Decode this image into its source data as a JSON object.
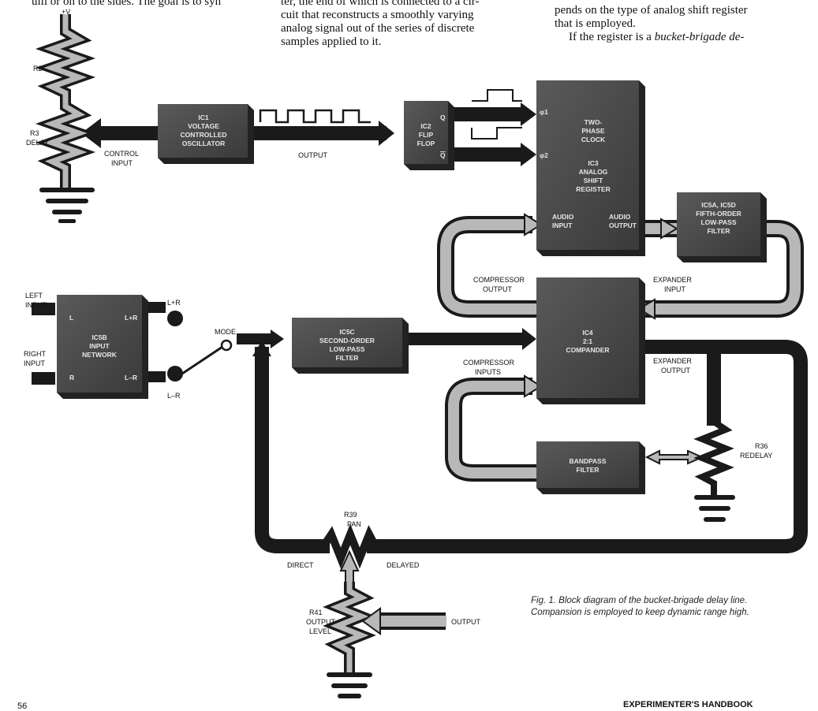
{
  "page_text": {
    "col1_line": "ulli or on to the sides. The goal is to syn",
    "col2_lines": [
      "ter, the end of which is connected to a cir-",
      "cuit that reconstructs a smoothly varying",
      "analog signal out of the series of discrete",
      "samples applied to it."
    ],
    "col3_lines": [
      "pends on the type of analog shift register",
      "that is employed."
    ],
    "col3_line_start": "If the register is a ",
    "col3_line_italic": "bucket-brigade de-",
    "page_number": "56",
    "footer_title": "EXPERIMENTER'S HANDBOOK"
  },
  "caption": "Fig. 1. Block diagram of the bucket-brigade delay line. Compansion is employed to keep dynamic range high.",
  "components": {
    "plus_v": "+V",
    "r2": "R2",
    "r3": [
      "R3",
      "DELAY"
    ],
    "control_input": [
      "CONTROL",
      "INPUT"
    ],
    "output_label": "OUTPUT",
    "ic1": [
      "IC1",
      "VOLTAGE",
      "CONTROLLED",
      "OSCILLATOR"
    ],
    "ic2": [
      "IC2",
      "FLIP",
      "FLOP"
    ],
    "q": "Q",
    "q_bar": "Q",
    "ic3": [
      "TWO-",
      "PHASE",
      "CLOCK",
      "IC3",
      "ANALOG",
      "SHIFT",
      "REGISTER"
    ],
    "phi1": "φ1",
    "phi2": "φ2",
    "audio_input": [
      "AUDIO",
      "INPUT"
    ],
    "audio_output": [
      "AUDIO",
      "OUTPUT"
    ],
    "ic5a": [
      "IC5A, IC5D",
      "FIFTH-ORDER",
      "LOW-PASS",
      "FILTER"
    ],
    "compressor_output": [
      "COMPRESSOR",
      "OUTPUT"
    ],
    "expander_input": [
      "EXPANDER",
      "INPUT"
    ],
    "ic4": [
      "IC4",
      "2:1",
      "COMPANDER"
    ],
    "compressor_inputs": [
      "COMPRESSOR",
      "INPUTS"
    ],
    "expander_output": [
      "EXPANDER",
      "OUTPUT"
    ],
    "ic5c": [
      "IC5C",
      "SECOND-ORDER",
      "LOW-PASS",
      "FILTER"
    ],
    "ic5b": [
      "IC5B",
      "INPUT",
      "NETWORK"
    ],
    "left_input": [
      "LEFT",
      "INPUT"
    ],
    "right_input": [
      "RIGHT",
      "INPUT"
    ],
    "l": "L",
    "r": "R",
    "l_plus_r_in": "L+R",
    "l_minus_r_in": "L–R",
    "l_plus_r": "L+R",
    "l_minus_r": "L–R",
    "mode": "MODE",
    "bandpass": [
      "BANDPASS",
      "FILTER"
    ],
    "r36": [
      "R36",
      "REDELAY"
    ],
    "r39": [
      "R39",
      "PAN"
    ],
    "direct": "DIRECT",
    "delayed": "DELAYED",
    "r41": [
      "R41",
      "OUTPUT",
      "LEVEL"
    ],
    "output2": "OUTPUT"
  }
}
